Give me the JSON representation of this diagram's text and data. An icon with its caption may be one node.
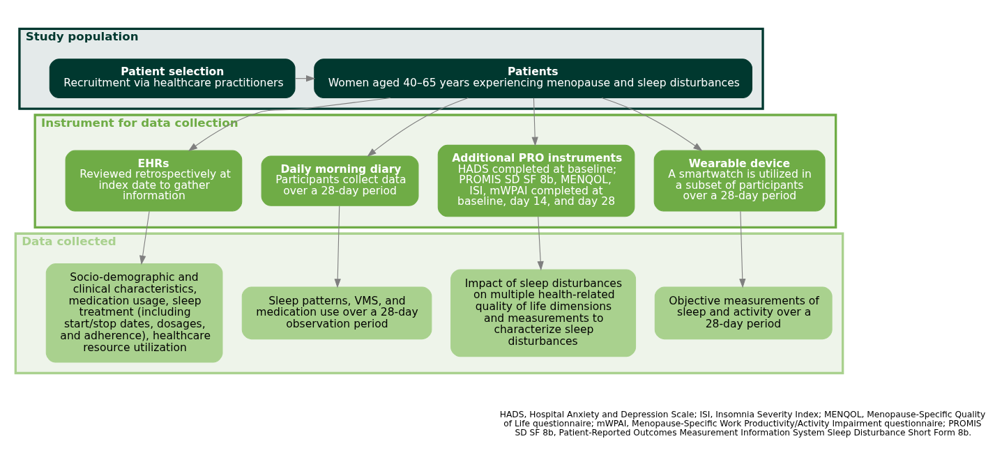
{
  "diagram": {
    "nodes": [
      {
        "text": [
          "Study population"
        ]
      },
      {
        "text": [
          "Patient selection",
          "Recruitment via healthcare practitioners"
        ],
        "in": 0
      },
      {
        "text": [
          "Patients",
          "Women aged 40–65 years experiencing menopause and sleep disturbances"
        ],
        "in": 0
      },
      {
        "text": [
          "Instrument for data collection"
        ]
      },
      {
        "text": [
          "EHRs",
          "Reviewed retrospectively at index date to gather information"
        ],
        "in": 3
      },
      {
        "text": [
          "Daily morning diary",
          "Participants collect data over a 28-day period"
        ],
        "in": 3
      },
      {
        "text": [
          "Additional PRO instruments",
          "HADS completed at baseline; PROMIS SD SF 8b, MENQOL, ISI, mWPAI completed at baseline, day 14, and day 28"
        ],
        "in": 3
      },
      {
        "text": [
          "Wearable device",
          "A smartwatch is utilized in a subset of participants over a 28-day period"
        ],
        "in": 3
      },
      {
        "text": [
          "Data collected"
        ]
      },
      {
        "text": [
          "Socio-demographic and clinical characteristics, medication usage, sleep treatment (including start/stop dates, dosages, and adherence), healthcare resource utilization"
        ],
        "in": 8
      },
      {
        "text": [
          "Sleep patterns, VMS, and medication use over a 28-day observation period"
        ],
        "in": 8
      },
      {
        "text": [
          "Impact of sleep disturbances on multiple health-related quality of life dimensions and measurements to characterize sleep disturbances"
        ],
        "in": 8
      },
      {
        "text": [
          "Objective measurements of sleep and activity over a 28-day period"
        ],
        "in": 8
      }
    ],
    "edges": [
      {
        "from": 1,
        "to": 2,
        "arrow": "to"
      },
      {
        "from": 2,
        "to": 4,
        "arrow": "to"
      },
      {
        "from": 2,
        "to": 5,
        "arrow": "to"
      },
      {
        "from": 2,
        "to": 6,
        "arrow": "to"
      },
      {
        "from": 2,
        "to": 7,
        "arrow": "to"
      },
      {
        "from": 4,
        "to": 9,
        "arrow": "to"
      },
      {
        "from": 5,
        "to": 10,
        "arrow": "to"
      },
      {
        "from": 6,
        "to": 11,
        "arrow": "to"
      },
      {
        "from": 7,
        "to": 12,
        "arrow": "to"
      }
    ],
    "labels": [
      "HADS, Hospital Anxiety and Depression Scale; ISI, Insomnia Severity Index; MENQOL, Menopause-Specific Quality of Life questionnaire; mWPAI, Menopause-Specific Work Productivity/Activity Impairment questionnaire; PROMIS SD SF 8b, Patient-Reported Outcomes Measurement Information System Sleep Disturbance Short Form 8b."
    ]
  }
}
